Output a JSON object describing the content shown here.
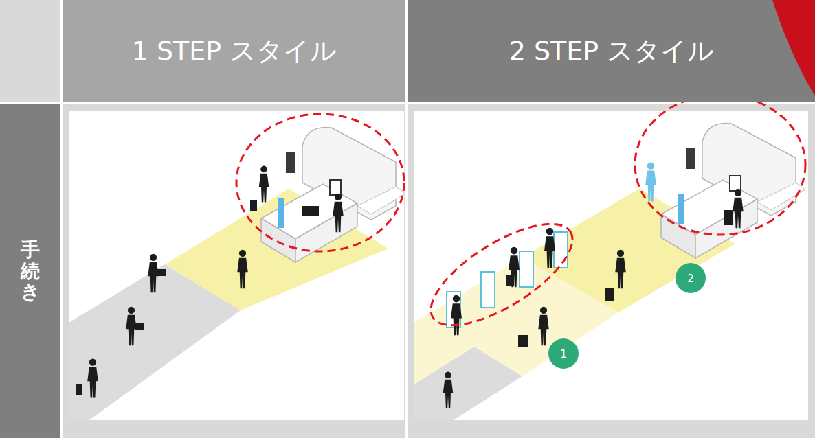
{
  "diagram": {
    "nodes": [
      {
        "text": [
          "1 STEP スタイル"
        ]
      },
      {
        "text": [
          "2 STEP スタイル"
        ]
      },
      {
        "text": [
          "手続き"
        ]
      },
      {
        "text": [
          "1"
        ]
      },
      {
        "text": [
          "2"
        ]
      }
    ]
  }
}
